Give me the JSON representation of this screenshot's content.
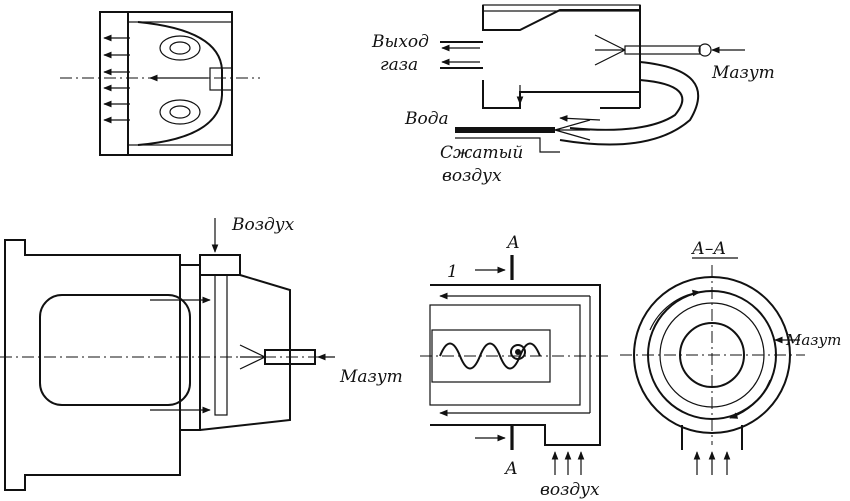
{
  "labels": {
    "gas_outlet_line1": "Выход",
    "gas_outlet_line2": "газа",
    "fuel_oil_top": "Мазут",
    "water": "Вода",
    "compressed_air_line1": "Сжатый",
    "compressed_air_line2": "воздух",
    "air_top": "Воздух",
    "fuel_oil_bottom_left": "Мазут",
    "section_mark_top": "А",
    "section_mark_bottom": "А",
    "number_one": "1",
    "air_bottom": "воздух",
    "section_title": "А–А",
    "fuel_oil_bottom_right": "Мазут"
  },
  "colors": {
    "ink": "#111111",
    "paper": "#ffffff"
  }
}
